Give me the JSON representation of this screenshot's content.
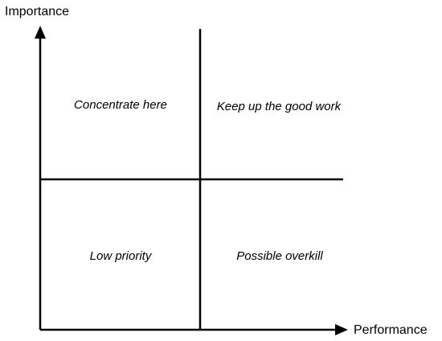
{
  "axes": {
    "y_title": "Importance",
    "x_title": "Performance"
  },
  "quadrants": {
    "top_left": "Concentrate here",
    "top_right": "Keep up the good work",
    "bottom_left": "Low priority",
    "bottom_right": "Possible overkill"
  },
  "colors": {
    "line": "#000000",
    "background": "#ffffff"
  }
}
